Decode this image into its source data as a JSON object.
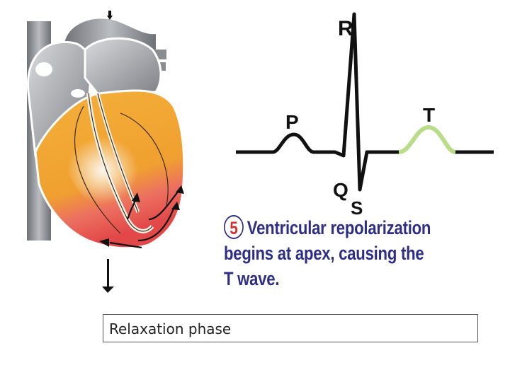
{
  "ecg": {
    "wave_labels": {
      "p": "P",
      "q": "Q",
      "r": "R",
      "s": "S",
      "t": "T"
    },
    "colors": {
      "trace": "#111111",
      "t_wave_highlight": "#b8dc88"
    }
  },
  "caption": {
    "step_number": "5",
    "line1": "Ventricular repolarization",
    "line2": "begins at apex, causing the",
    "line3": "T wave."
  },
  "label_box": {
    "text": "Relaxation phase"
  },
  "heart": {
    "colors": {
      "vessel": "#8a8d90",
      "chamber": "#9a9da2",
      "orange_region": "#f0a030",
      "red_region": "#e24848",
      "inner_highlight": "#f7f2e6"
    }
  }
}
